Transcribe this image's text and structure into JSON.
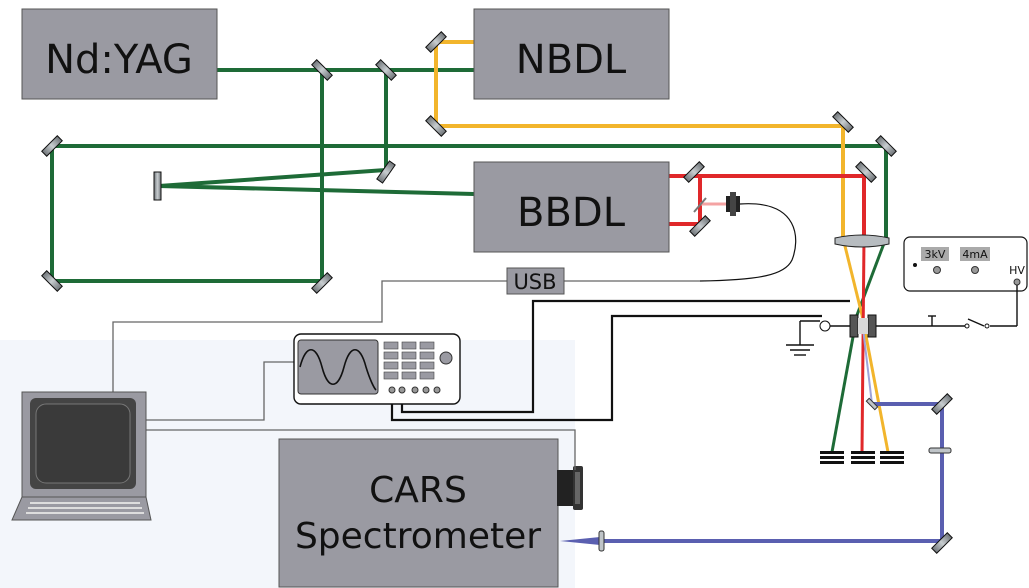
{
  "labels": {
    "nd_yag": "Nd:YAG",
    "nbdl": "NBDL",
    "bbdl": "BBDL",
    "usb": "USB",
    "cars_line1": "CARS",
    "cars_line2": "Spectrometer",
    "hv_3kv": "3kV",
    "hv_4ma": "4mA",
    "hv": "HV"
  },
  "colors": {
    "green_beam": "#1e6b37",
    "yellow_beam": "#f2b52c",
    "red_beam": "#e0282a",
    "blue_beam": "#5a5fb0",
    "box_fill": "#9a9aa2",
    "mirror_fill": "#9fa4a8"
  }
}
